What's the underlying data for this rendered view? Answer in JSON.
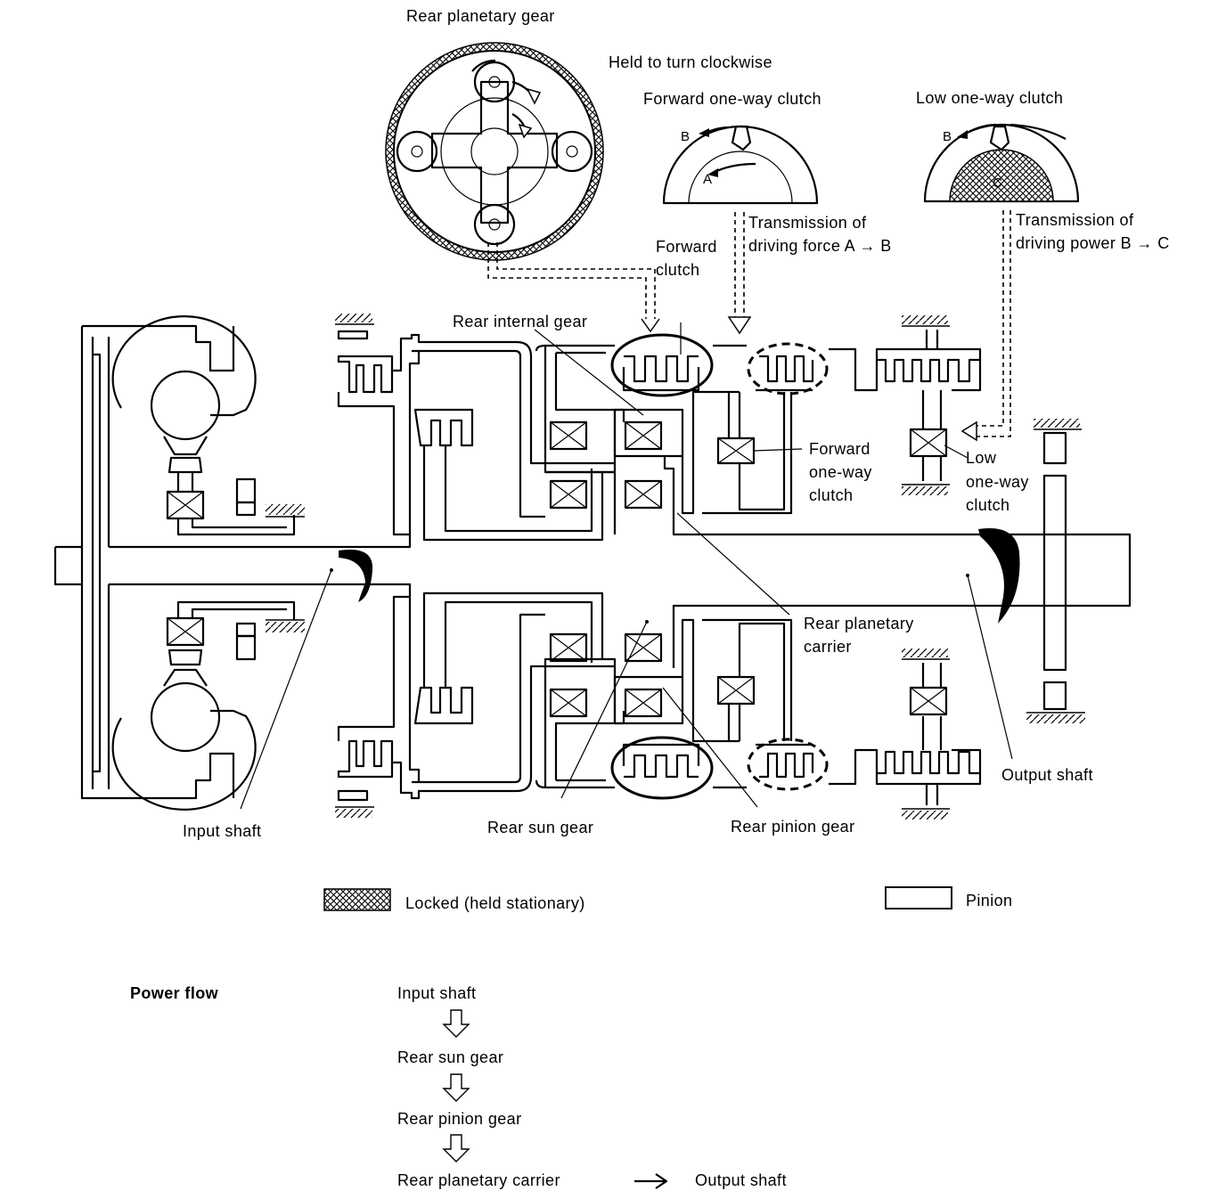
{
  "labels": {
    "rear_planetary_gear_title": "Rear planetary gear",
    "held_clockwise": "Held to turn clockwise",
    "forward_owc_title": "Forward one-way clutch",
    "low_owc_title": "Low one-way clutch",
    "clutch_letter_b1": "B",
    "clutch_letter_a": "A",
    "clutch_letter_b2": "B",
    "clutch_letter_c": "C",
    "transmission_force_line1": "Transmission of",
    "transmission_force_line2": "driving force A → B",
    "transmission_power_line1": "Transmission of",
    "transmission_power_line2": "driving power B → C",
    "forward_clutch_line1": "Forward",
    "forward_clutch_line2": "clutch",
    "rear_internal_gear": "Rear internal gear",
    "forward_owc_line1": "Forward",
    "forward_owc_line2": "one-way",
    "forward_owc_line3": "clutch",
    "low_owc_line1": "Low",
    "low_owc_line2": "one-way",
    "low_owc_line3": "clutch",
    "rear_planetary_carrier_line1": "Rear planetary",
    "rear_planetary_carrier_line2": "carrier",
    "output_shaft": "Output shaft",
    "input_shaft": "Input shaft",
    "rear_sun_gear": "Rear sun gear",
    "rear_pinion_gear": "Rear pinion gear"
  },
  "legend": {
    "locked": "Locked (held stationary)",
    "pinion": "Pinion"
  },
  "power_flow": {
    "title": "Power flow",
    "steps": [
      "Input shaft",
      "Rear sun gear",
      "Rear pinion gear",
      "Rear planetary carrier"
    ],
    "final": "Output shaft"
  }
}
